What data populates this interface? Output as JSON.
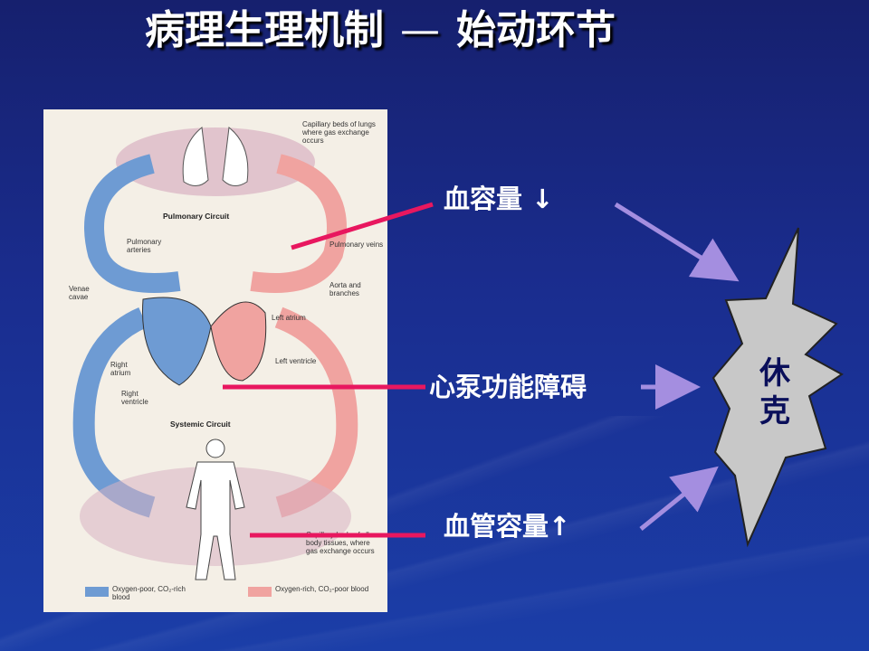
{
  "title": {
    "main": "病理生理机制",
    "dash": "—",
    "sub": "始动环节"
  },
  "causes": [
    {
      "label": "血容量 ↓"
    },
    {
      "label": "心泵功能障碍"
    },
    {
      "label": "血管容量↑"
    }
  ],
  "result": {
    "label": "休克"
  },
  "figure": {
    "lungs_caption": "Capillary beds of lungs where gas exchange occurs",
    "pulmonary_circuit": "Pulmonary Circuit",
    "pulmonary_arteries": "Pulmonary arteries",
    "pulmonary_veins": "Pulmonary veins",
    "aorta": "Aorta and branches",
    "venae_cavae": "Venae cavae",
    "left_atrium": "Left atrium",
    "left_ventricle": "Left ventricle",
    "right_atrium": "Right atrium",
    "right_ventricle": "Right ventricle",
    "systemic_circuit": "Systemic Circuit",
    "body_caption": "Capillary beds of all body tissues, where gas exchange occurs",
    "legend_poor": "Oxygen-poor, CO₂-rich blood",
    "legend_rich": "Oxygen-rich, CO₂-poor blood"
  },
  "colors": {
    "background": "#1a2d8f",
    "pointer_line": "#e8175f",
    "arrow": "#a48ee0",
    "shock_fill": "#c8c8c8",
    "oxygen_poor": "#6e9bd3",
    "oxygen_rich": "#f0a3a0"
  }
}
